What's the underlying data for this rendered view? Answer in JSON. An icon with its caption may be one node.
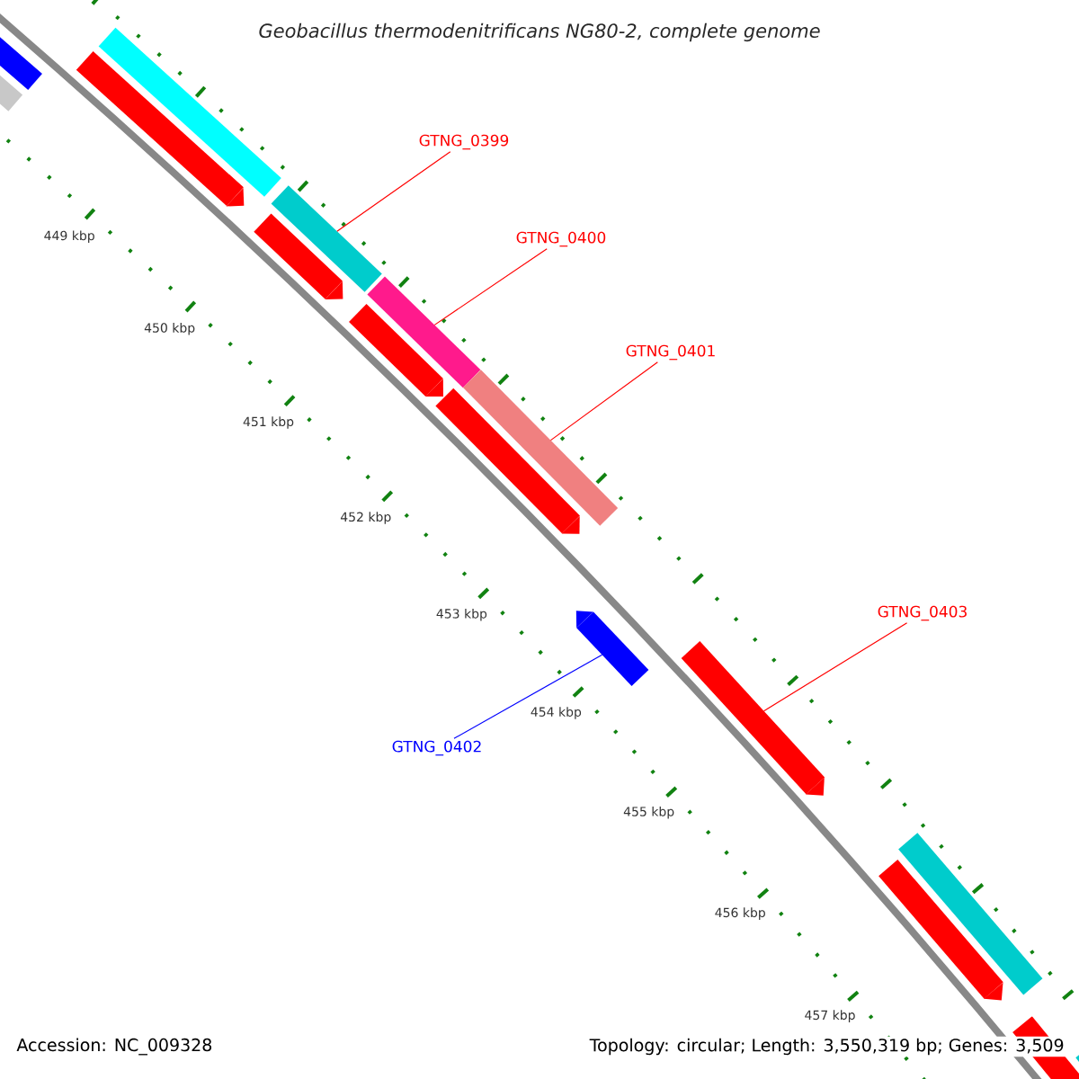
{
  "diagram": {
    "title": "Geobacillus thermodenitrificans NG80-2, complete genome",
    "nodes": [
      {
        "text": [
          "GTNG_0399"
        ]
      },
      {
        "text": [
          "GTNG_0400"
        ]
      },
      {
        "text": [
          "GTNG_0401"
        ]
      },
      {
        "text": [
          "GTNG_0403"
        ]
      },
      {
        "text": [
          "GTNG_0402"
        ]
      },
      {
        "text": [],
        "shape": "bar"
      },
      {
        "text": [],
        "shape": "bar"
      },
      {
        "text": [],
        "shape": "arrow"
      },
      {
        "text": [],
        "shape": "bar"
      },
      {
        "text": [],
        "shape": "arrow"
      },
      {
        "text": [],
        "shape": "bar"
      },
      {
        "text": [],
        "shape": "arrow"
      },
      {
        "text": [],
        "shape": "bar"
      },
      {
        "text": [],
        "shape": "arrow"
      },
      {
        "text": [],
        "shape": "bar"
      },
      {
        "text": [],
        "shape": "arrow"
      },
      {
        "text": [],
        "shape": "arrow"
      },
      {
        "text": [],
        "shape": "arrow"
      },
      {
        "text": [],
        "shape": "bar"
      },
      {
        "text": [],
        "shape": "arrow"
      },
      {
        "text": [],
        "shape": "bar"
      }
    ],
    "edges": [
      {
        "from": 0,
        "to": 10,
        "arrow": "none"
      },
      {
        "from": 1,
        "to": 12,
        "arrow": "none"
      },
      {
        "from": 2,
        "to": 14,
        "arrow": "none"
      },
      {
        "from": 3,
        "to": 16,
        "arrow": "none"
      },
      {
        "from": 4,
        "to": 15,
        "arrow": "none",
        "color": "#0000ff"
      }
    ],
    "labels": [
      "449 kbp",
      "450 kbp",
      "451 kbp",
      "452 kbp",
      "453 kbp",
      "454 kbp",
      "455 kbp",
      "456 kbp",
      "457 kbp",
      "Accession: NC_009328",
      "Topology: circular; Length: 3,550,319 bp; Genes: 3,509"
    ]
  }
}
